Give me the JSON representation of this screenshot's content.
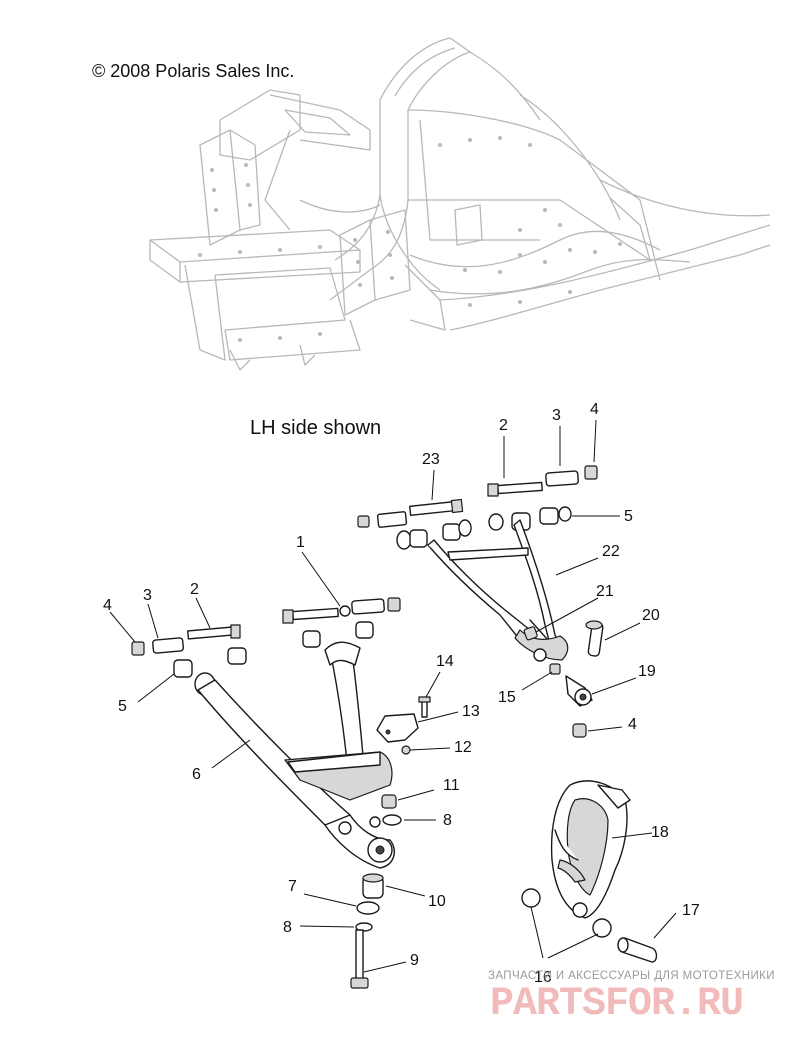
{
  "copyright": "© 2008 Polaris Sales Inc.",
  "note": "LH side shown",
  "watermark": {
    "tagline": "ЗАПЧАСТИ И АКСЕССУАРЫ ДЛЯ МОТОТЕХНИКИ",
    "logo": "PARTSFOR.RU"
  },
  "callouts": {
    "c1": "1",
    "c2a": "2",
    "c2b": "2",
    "c3a": "3",
    "c3b": "3",
    "c4a": "4",
    "c4b": "4",
    "c4c": "4",
    "c5a": "5",
    "c5b": "5",
    "c6": "6",
    "c7": "7",
    "c8a": "8",
    "c8b": "8",
    "c9": "9",
    "c10": "10",
    "c11": "11",
    "c12": "12",
    "c13": "13",
    "c14": "14",
    "c15": "15",
    "c16": "16",
    "c17": "17",
    "c18": "18",
    "c19": "19",
    "c20": "20",
    "c21": "21",
    "c22": "22",
    "c23": "23"
  },
  "colors": {
    "frame": "#b8b8b8",
    "parts": "#1a1a1a",
    "watermark": "#f2b8b8"
  }
}
